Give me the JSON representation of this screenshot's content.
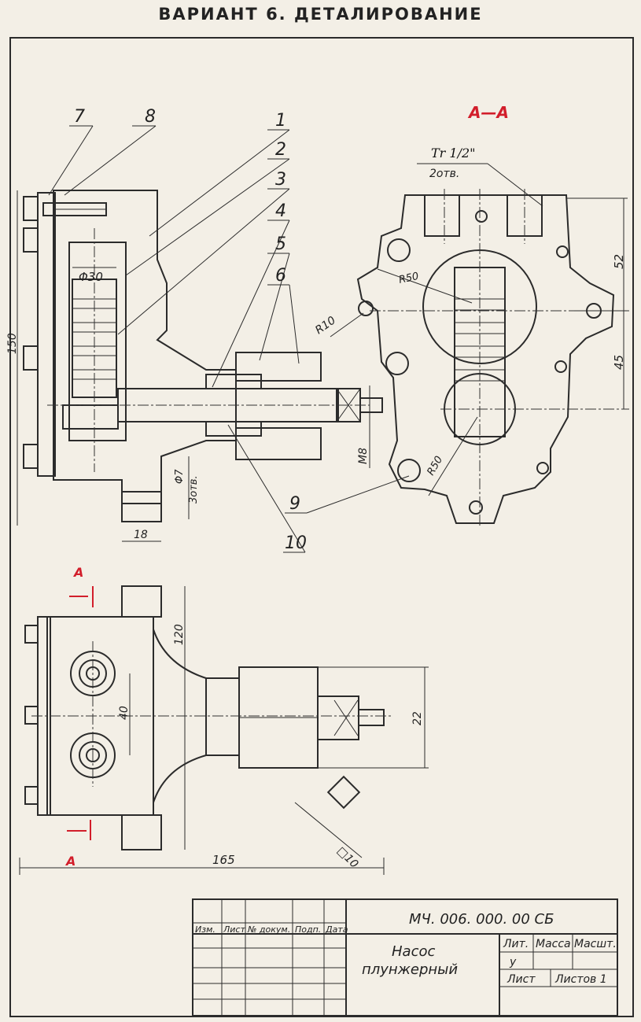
{
  "title": "ВАРИАНТ 6. ДЕТАЛИРОВАНИЕ",
  "section_label": "А—А",
  "callouts": [
    "7",
    "8",
    "1",
    "2",
    "3",
    "4",
    "5",
    "6",
    "9",
    "10"
  ],
  "dims": {
    "d30": "Φ30",
    "h150": "150",
    "w18": "18",
    "hole": "Φ7",
    "hole_count": "3отв.",
    "m8": "М8",
    "r50a": "R50",
    "r50b": "R50",
    "r10": "R10",
    "d52": "52",
    "d45": "45",
    "tr": "Tr 1/2\"",
    "tr_count": "2отв.",
    "d120": "120",
    "d40": "40",
    "d22": "22",
    "sq10": "□10",
    "d165": "165"
  },
  "cut_marks": {
    "top": "А",
    "bottom": "А"
  },
  "title_block": {
    "doc_number": "МЧ. 006. 000. 00 СБ",
    "name_line1": "Насос",
    "name_line2": "плунжерный",
    "col_izm": "Изм.",
    "col_list": "Лист",
    "col_ndoc": "№ докум.",
    "col_podp": "Подп.",
    "col_data": "Дата",
    "lit": "Лит.",
    "massa": "Масса",
    "masht": "Масшт.",
    "lit_value": "у",
    "list": "Лист",
    "listov": "Листов 1"
  },
  "colors": {
    "accent": "#d21e2b",
    "ink": "#2b2b2b",
    "paper": "#f3efe6"
  }
}
